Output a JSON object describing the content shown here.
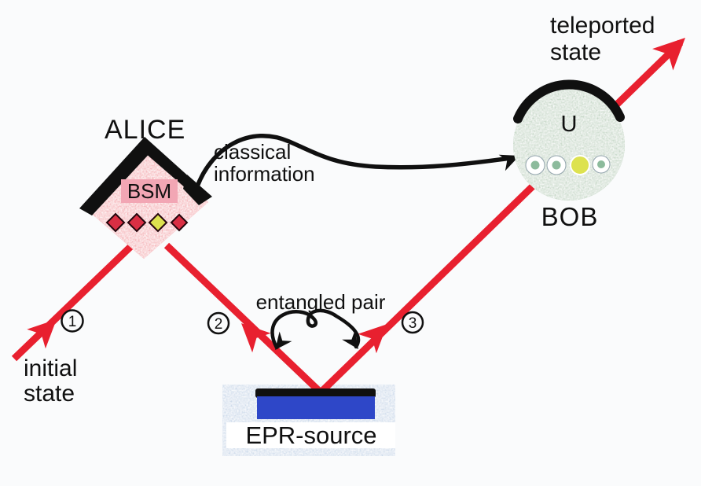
{
  "labels": {
    "alice": "ALICE",
    "bsm": "BSM",
    "bob": "BOB",
    "u": "U",
    "epr": "EPR-source",
    "classical1": "classical",
    "classical2": "information",
    "entangled": "entangled pair",
    "initial1": "initial",
    "initial2": "state",
    "teleported1": "teleported",
    "teleported2": "state",
    "photon1": "1",
    "photon2": "2",
    "photon3": "3"
  },
  "colors": {
    "beam": "#e8202f",
    "alice_fill": "#ee4058",
    "bsm_box": "#f2a6b4",
    "bob_fill": "#8fb792",
    "marker_hole": "#8cbb9c",
    "epr_bg": "#a2bedd",
    "epr_slab": "#2e47c8",
    "marker_yellow": "#dde24f",
    "marker_red": "#d92f44",
    "ink": "#101010",
    "white": "#ffffff"
  }
}
